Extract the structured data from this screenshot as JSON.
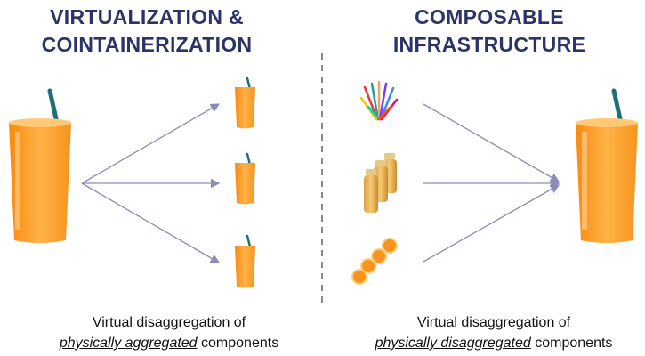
{
  "left": {
    "title_line1": "VIRTUALIZATION &",
    "title_line2": "COINTAINERIZATION",
    "caption_line1": "Virtual disaggregation of",
    "caption_emph": "physically aggregated",
    "caption_rest": " components"
  },
  "right": {
    "title_line1": "COMPOSABLE",
    "title_line2": "INFRASTRUCTURE",
    "caption_line1": "Virtual disaggregation of",
    "caption_emph": "physically disaggregated",
    "caption_rest": " components"
  },
  "colors": {
    "title": "#2b3367",
    "arrow": "#8c8cb4",
    "divider": "#8a8a8a",
    "juice": "#f7931e",
    "straw": "#1f6f78"
  },
  "icons": {
    "large_glass": "orange-juice-glass-icon",
    "small_glass": "small-juice-glass-icon",
    "straws": "straws-bundle-icon",
    "bottles": "juice-bottles-icon",
    "slices": "orange-slices-icon"
  }
}
